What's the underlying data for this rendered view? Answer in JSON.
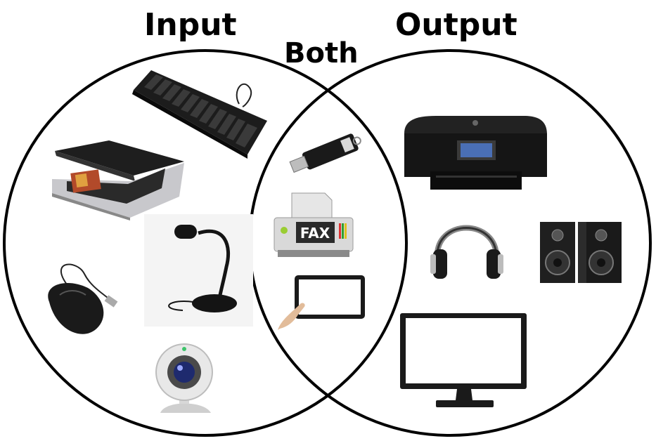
{
  "labels": {
    "input": "Input",
    "both": "Both",
    "output": "Output"
  },
  "devices": {
    "input": [
      "keyboard-icon",
      "scanner-icon",
      "mouse-icon",
      "microphone-icon",
      "webcam-icon"
    ],
    "both": [
      "usb-drive-icon",
      "fax-machine-icon",
      "touchscreen-tablet-icon"
    ],
    "output": [
      "printer-icon",
      "headphones-icon",
      "speakers-icon",
      "monitor-icon"
    ]
  },
  "fax_label": "FAX",
  "colors": {
    "outline": "#000000",
    "device_dark": "#1a1a1a",
    "background": "#ffffff"
  }
}
